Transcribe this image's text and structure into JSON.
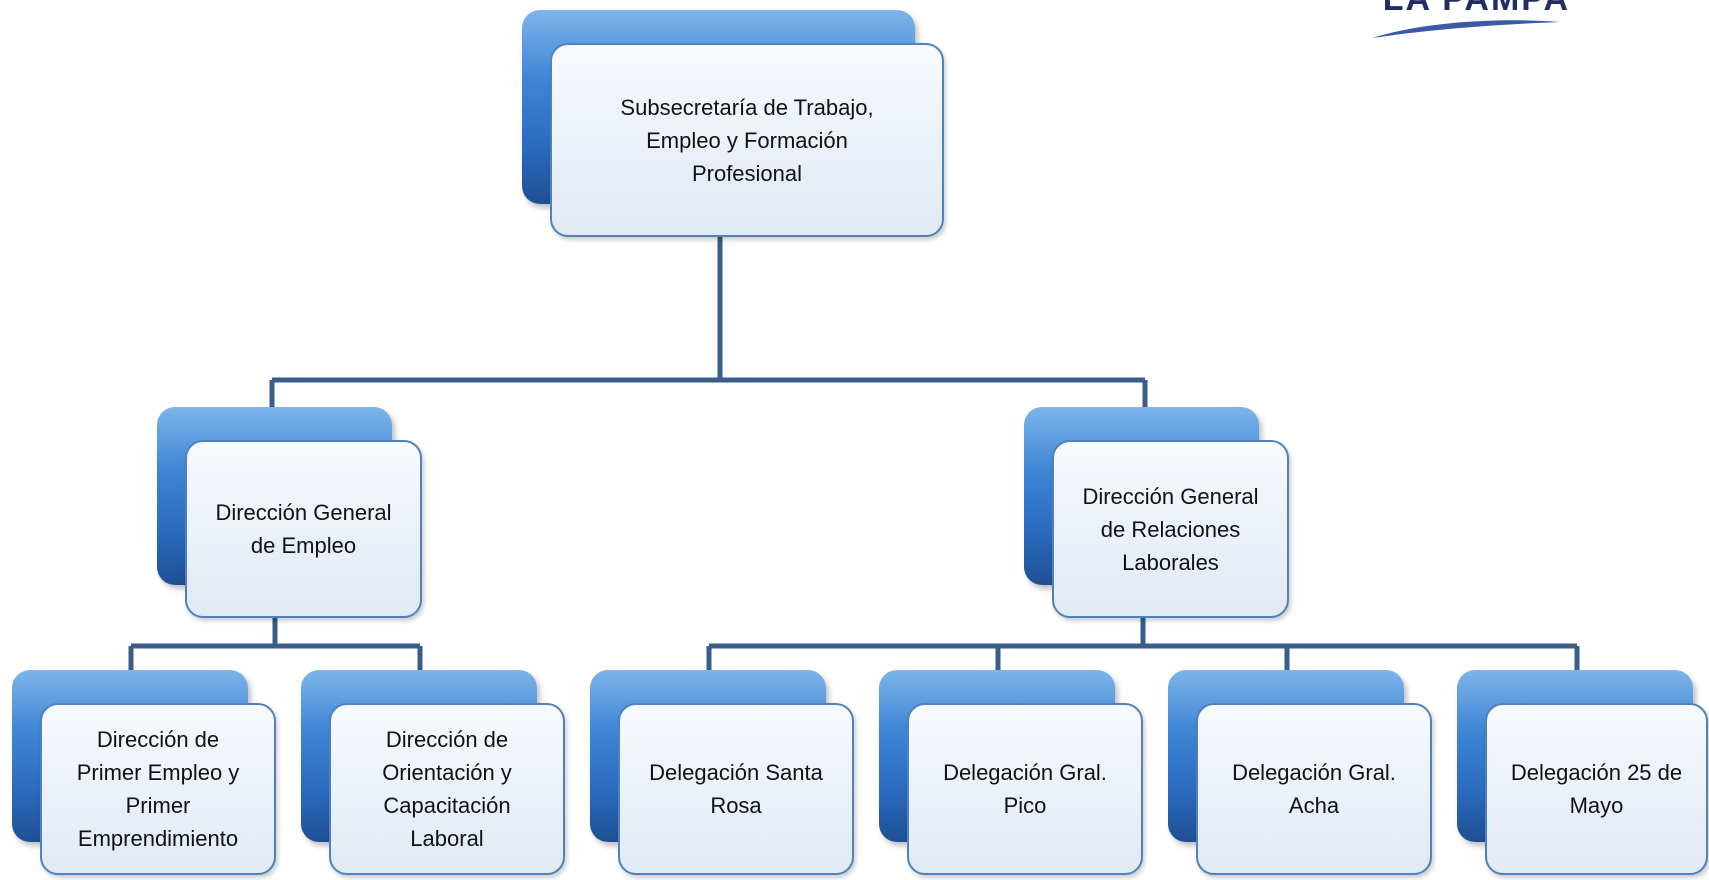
{
  "logo": {
    "text": "LA PAMPA"
  },
  "nodes": {
    "root": "Subsecretaría de Trabajo, Empleo y Formación Profesional",
    "dir_empleo": "Dirección General de Empleo",
    "dir_relaciones": "Dirección General de Relaciones Laborales",
    "primer_empleo": "Dirección de Primer Empleo y Primer Emprendimiento",
    "orientacion": "Dirección de Orientación y Capacitación Laboral",
    "santa_rosa": "Delegación Santa Rosa",
    "gral_pico": "Delegación Gral. Pico",
    "gral_acha": "Delegación Gral. Acha",
    "mayo_25": "Delegación 25 de Mayo"
  },
  "colors": {
    "back_fill": "#2a6bbf",
    "front_fill": "#edf2f9",
    "front_border": "#4f81bd",
    "connector": "#385d8a"
  }
}
